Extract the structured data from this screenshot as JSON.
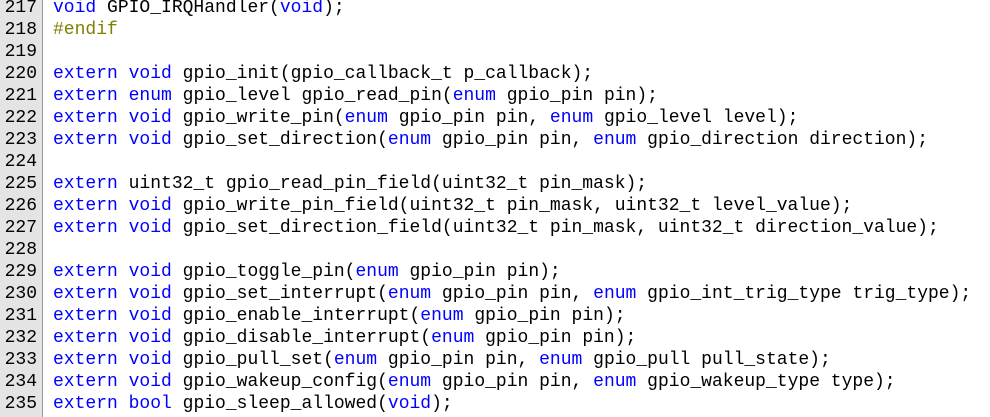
{
  "colors": {
    "keyword": "#0000ff",
    "plain": "#000000",
    "preprocessor": "#808000",
    "gutter_bg": "#e4e4e4"
  },
  "lines": [
    {
      "num": "217",
      "tokens": [
        {
          "t": "kw",
          "v": "void"
        },
        {
          "t": "plain",
          "v": " GPIO_IRQHandler("
        },
        {
          "t": "kw",
          "v": "void"
        },
        {
          "t": "plain",
          "v": ");"
        }
      ]
    },
    {
      "num": "218",
      "tokens": [
        {
          "t": "pre",
          "v": "#endif"
        }
      ]
    },
    {
      "num": "219",
      "tokens": []
    },
    {
      "num": "220",
      "tokens": [
        {
          "t": "kw",
          "v": "extern"
        },
        {
          "t": "plain",
          "v": " "
        },
        {
          "t": "kw",
          "v": "void"
        },
        {
          "t": "plain",
          "v": " gpio_init(gpio_callback_t p_callback);"
        }
      ]
    },
    {
      "num": "221",
      "tokens": [
        {
          "t": "kw",
          "v": "extern"
        },
        {
          "t": "plain",
          "v": " "
        },
        {
          "t": "kw",
          "v": "enum"
        },
        {
          "t": "plain",
          "v": " gpio_level gpio_read_pin("
        },
        {
          "t": "kw",
          "v": "enum"
        },
        {
          "t": "plain",
          "v": " gpio_pin pin);"
        }
      ]
    },
    {
      "num": "222",
      "tokens": [
        {
          "t": "kw",
          "v": "extern"
        },
        {
          "t": "plain",
          "v": " "
        },
        {
          "t": "kw",
          "v": "void"
        },
        {
          "t": "plain",
          "v": " gpio_write_pin("
        },
        {
          "t": "kw",
          "v": "enum"
        },
        {
          "t": "plain",
          "v": " gpio_pin pin, "
        },
        {
          "t": "kw",
          "v": "enum"
        },
        {
          "t": "plain",
          "v": " gpio_level level);"
        }
      ]
    },
    {
      "num": "223",
      "tokens": [
        {
          "t": "kw",
          "v": "extern"
        },
        {
          "t": "plain",
          "v": " "
        },
        {
          "t": "kw",
          "v": "void"
        },
        {
          "t": "plain",
          "v": " gpio_set_direction("
        },
        {
          "t": "kw",
          "v": "enum"
        },
        {
          "t": "plain",
          "v": " gpio_pin pin, "
        },
        {
          "t": "kw",
          "v": "enum"
        },
        {
          "t": "plain",
          "v": " gpio_direction direction);"
        }
      ]
    },
    {
      "num": "224",
      "tokens": []
    },
    {
      "num": "225",
      "tokens": [
        {
          "t": "kw",
          "v": "extern"
        },
        {
          "t": "plain",
          "v": " uint32_t gpio_read_pin_field(uint32_t pin_mask);"
        }
      ]
    },
    {
      "num": "226",
      "tokens": [
        {
          "t": "kw",
          "v": "extern"
        },
        {
          "t": "plain",
          "v": " "
        },
        {
          "t": "kw",
          "v": "void"
        },
        {
          "t": "plain",
          "v": " gpio_write_pin_field(uint32_t pin_mask, uint32_t level_value);"
        }
      ]
    },
    {
      "num": "227",
      "tokens": [
        {
          "t": "kw",
          "v": "extern"
        },
        {
          "t": "plain",
          "v": " "
        },
        {
          "t": "kw",
          "v": "void"
        },
        {
          "t": "plain",
          "v": " gpio_set_direction_field(uint32_t pin_mask, uint32_t direction_value);"
        }
      ]
    },
    {
      "num": "228",
      "tokens": []
    },
    {
      "num": "229",
      "tokens": [
        {
          "t": "kw",
          "v": "extern"
        },
        {
          "t": "plain",
          "v": " "
        },
        {
          "t": "kw",
          "v": "void"
        },
        {
          "t": "plain",
          "v": " gpio_toggle_pin("
        },
        {
          "t": "kw",
          "v": "enum"
        },
        {
          "t": "plain",
          "v": " gpio_pin pin);"
        }
      ]
    },
    {
      "num": "230",
      "tokens": [
        {
          "t": "kw",
          "v": "extern"
        },
        {
          "t": "plain",
          "v": " "
        },
        {
          "t": "kw",
          "v": "void"
        },
        {
          "t": "plain",
          "v": " gpio_set_interrupt("
        },
        {
          "t": "kw",
          "v": "enum"
        },
        {
          "t": "plain",
          "v": " gpio_pin pin, "
        },
        {
          "t": "kw",
          "v": "enum"
        },
        {
          "t": "plain",
          "v": " gpio_int_trig_type trig_type);"
        }
      ]
    },
    {
      "num": "231",
      "tokens": [
        {
          "t": "kw",
          "v": "extern"
        },
        {
          "t": "plain",
          "v": " "
        },
        {
          "t": "kw",
          "v": "void"
        },
        {
          "t": "plain",
          "v": " gpio_enable_interrupt("
        },
        {
          "t": "kw",
          "v": "enum"
        },
        {
          "t": "plain",
          "v": " gpio_pin pin);"
        }
      ]
    },
    {
      "num": "232",
      "tokens": [
        {
          "t": "kw",
          "v": "extern"
        },
        {
          "t": "plain",
          "v": " "
        },
        {
          "t": "kw",
          "v": "void"
        },
        {
          "t": "plain",
          "v": " gpio_disable_interrupt("
        },
        {
          "t": "kw",
          "v": "enum"
        },
        {
          "t": "plain",
          "v": " gpio_pin pin);"
        }
      ]
    },
    {
      "num": "233",
      "tokens": [
        {
          "t": "kw",
          "v": "extern"
        },
        {
          "t": "plain",
          "v": " "
        },
        {
          "t": "kw",
          "v": "void"
        },
        {
          "t": "plain",
          "v": " gpio_pull_set("
        },
        {
          "t": "kw",
          "v": "enum"
        },
        {
          "t": "plain",
          "v": " gpio_pin pin, "
        },
        {
          "t": "kw",
          "v": "enum"
        },
        {
          "t": "plain",
          "v": " gpio_pull pull_state);"
        }
      ]
    },
    {
      "num": "234",
      "tokens": [
        {
          "t": "kw",
          "v": "extern"
        },
        {
          "t": "plain",
          "v": " "
        },
        {
          "t": "kw",
          "v": "void"
        },
        {
          "t": "plain",
          "v": " gpio_wakeup_config("
        },
        {
          "t": "kw",
          "v": "enum"
        },
        {
          "t": "plain",
          "v": " gpio_pin pin, "
        },
        {
          "t": "kw",
          "v": "enum"
        },
        {
          "t": "plain",
          "v": " gpio_wakeup_type type);"
        }
      ]
    },
    {
      "num": "235",
      "tokens": [
        {
          "t": "kw",
          "v": "extern"
        },
        {
          "t": "plain",
          "v": " "
        },
        {
          "t": "kw",
          "v": "bool"
        },
        {
          "t": "plain",
          "v": " gpio_sleep_allowed("
        },
        {
          "t": "kw",
          "v": "void"
        },
        {
          "t": "plain",
          "v": ");"
        }
      ]
    }
  ]
}
